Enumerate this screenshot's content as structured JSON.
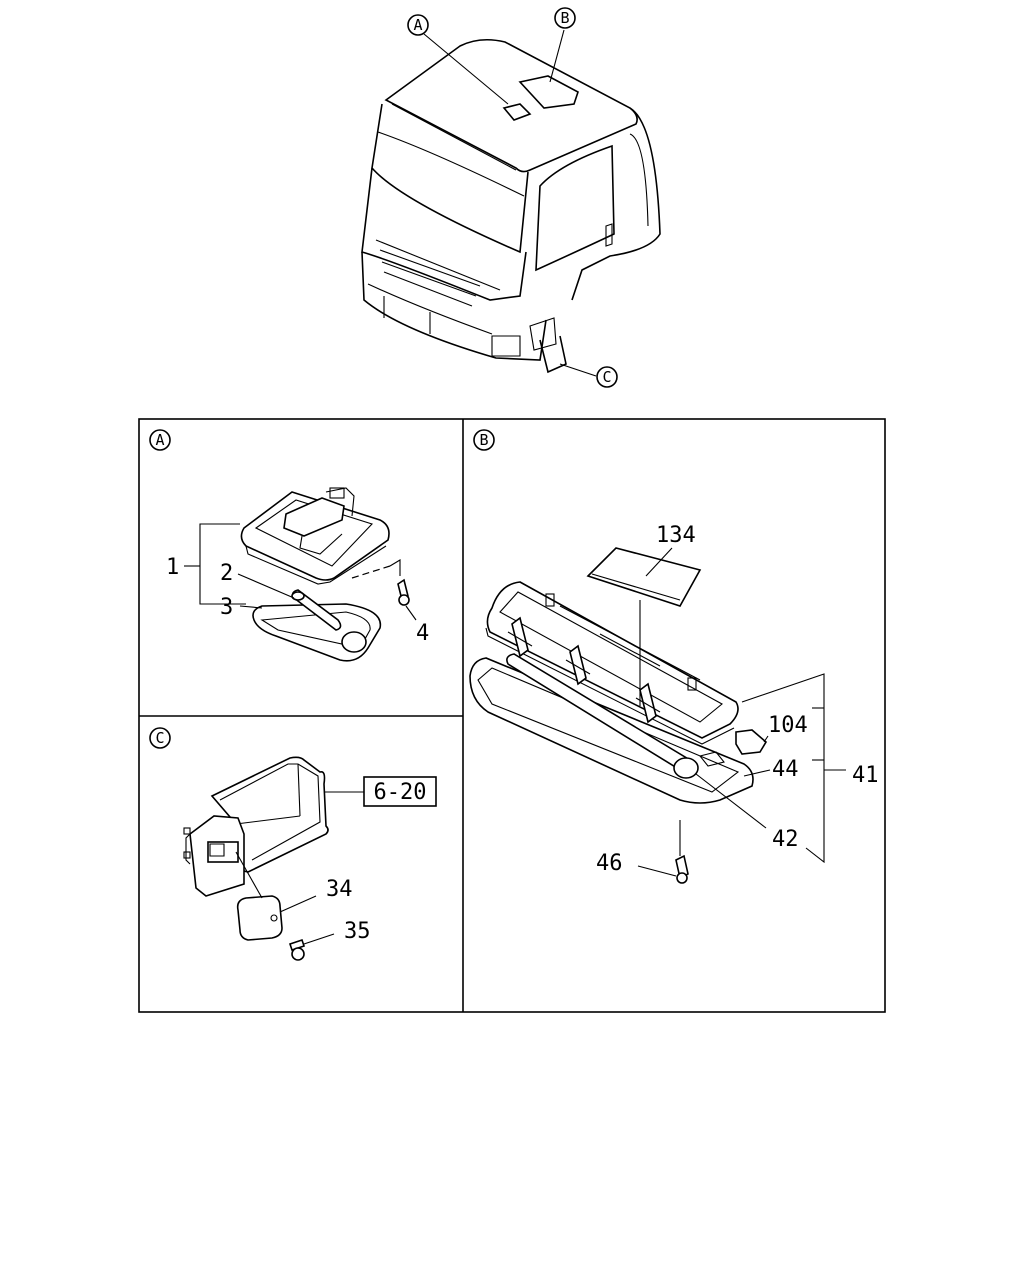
{
  "views": {
    "A": {
      "marker": "A"
    },
    "B": {
      "marker": "B"
    },
    "C": {
      "marker": "C"
    }
  },
  "parts": {
    "p1": "1",
    "p2": "2",
    "p3": "3",
    "p4": "4",
    "p34": "34",
    "p35": "35",
    "p41": "41",
    "p42": "42",
    "p44": "44",
    "p46": "46",
    "p104": "104",
    "p134": "134"
  },
  "references": {
    "ref_6_20": "6-20"
  }
}
